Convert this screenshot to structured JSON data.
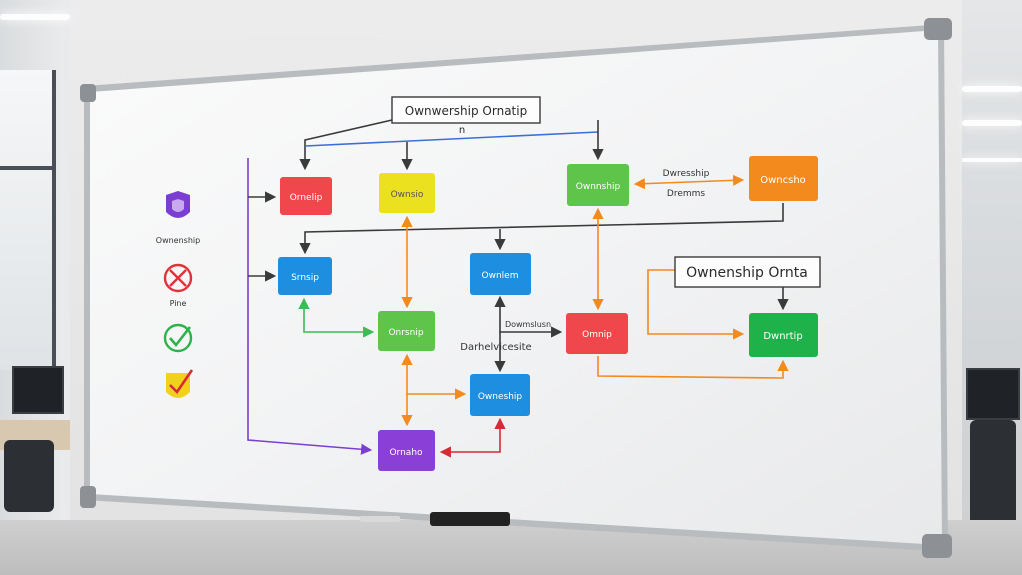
{
  "whiteboard": {
    "header_box": "Ownwership Ornatip",
    "header_sub": "n",
    "side_label_1": "Ownenship",
    "side_label_2": "Pine",
    "node_red_top": "Ornelip",
    "node_yellow": "Ownsio",
    "node_green_top": "Ownnship",
    "node_orange": "Owncsho",
    "note_top_right_1": "Dwresship",
    "note_top_right_2": "Dremms",
    "node_blue_left": "Srnsip",
    "node_blue_mid": "Ownlem",
    "node_green_mid": "Onrsnip",
    "node_red_mid": "Omnip",
    "node_green_right": "Dwnrtip",
    "box_right": "Ownenship Ornta",
    "note_mid_1": "Dowmslusn",
    "note_mid_2": "Darhelvicesite",
    "node_blue_low": "Owneship",
    "node_purple": "Ornaho"
  },
  "colors": {
    "red": "#f0474d",
    "yellow": "#ebe11f",
    "green": "#5ec54a",
    "orange": "#f28a1e",
    "blue": "#1e8fe0",
    "green_dark": "#1fb24b",
    "purple": "#8a3fd6",
    "line_dark": "#3a3a3a",
    "line_blue": "#3b6fd8"
  },
  "icons": [
    "shield-icon",
    "cross-circle-icon",
    "check-circle-icon",
    "check-shield-icon"
  ]
}
